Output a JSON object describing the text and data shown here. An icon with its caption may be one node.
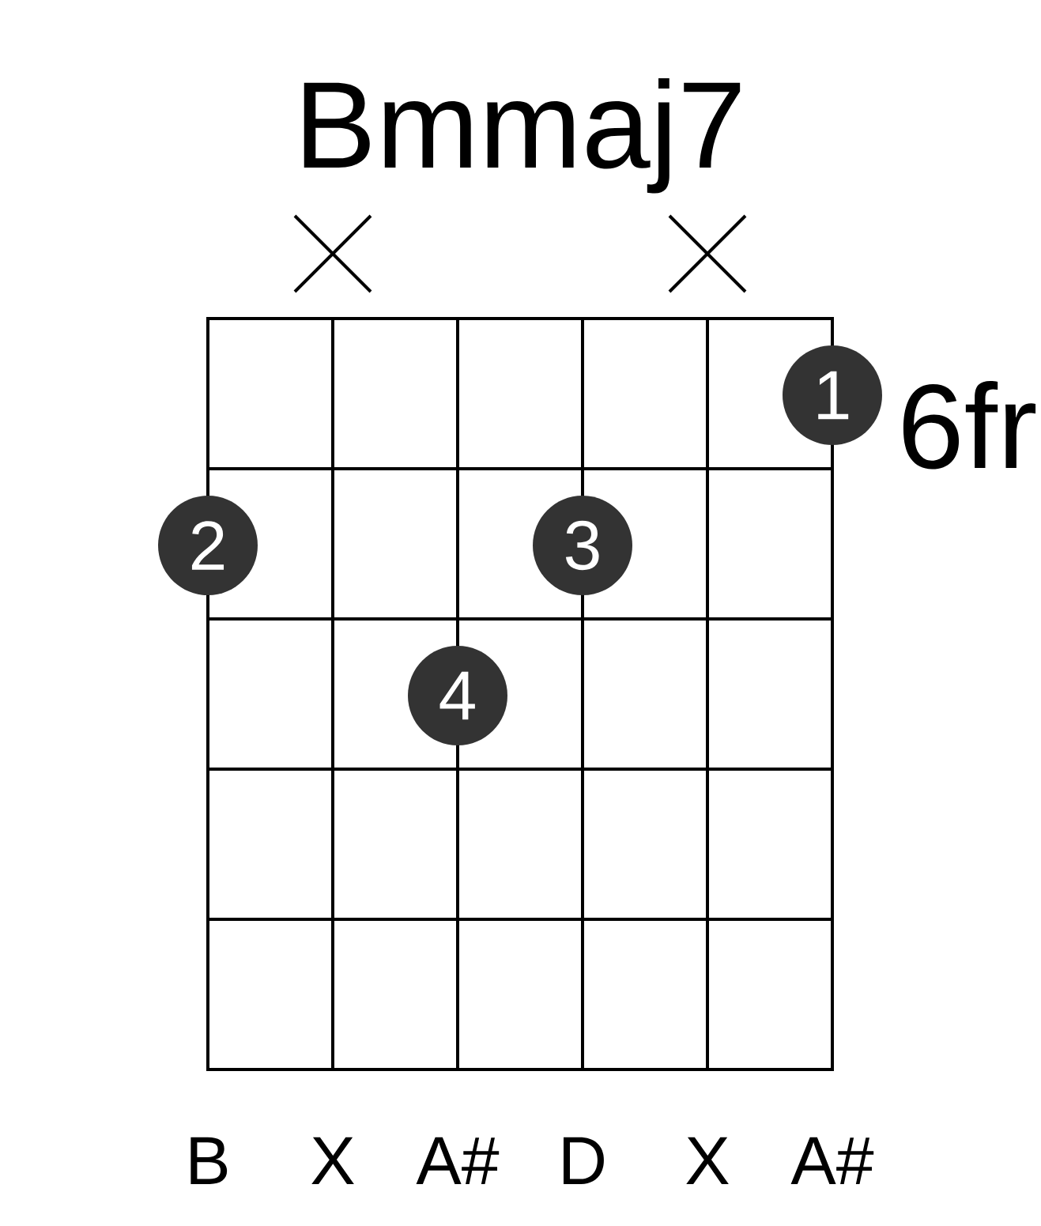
{
  "diagram": {
    "title": "Bmmaj7",
    "nodes": [
      {
        "text": [
          "1"
        ]
      },
      {
        "text": [
          "2"
        ]
      },
      {
        "text": [
          "3"
        ]
      },
      {
        "text": [
          "4"
        ]
      }
    ],
    "edges": [],
    "labels": [
      "6fr",
      "B",
      "X",
      "A#",
      "D",
      "X",
      "A#"
    ]
  }
}
